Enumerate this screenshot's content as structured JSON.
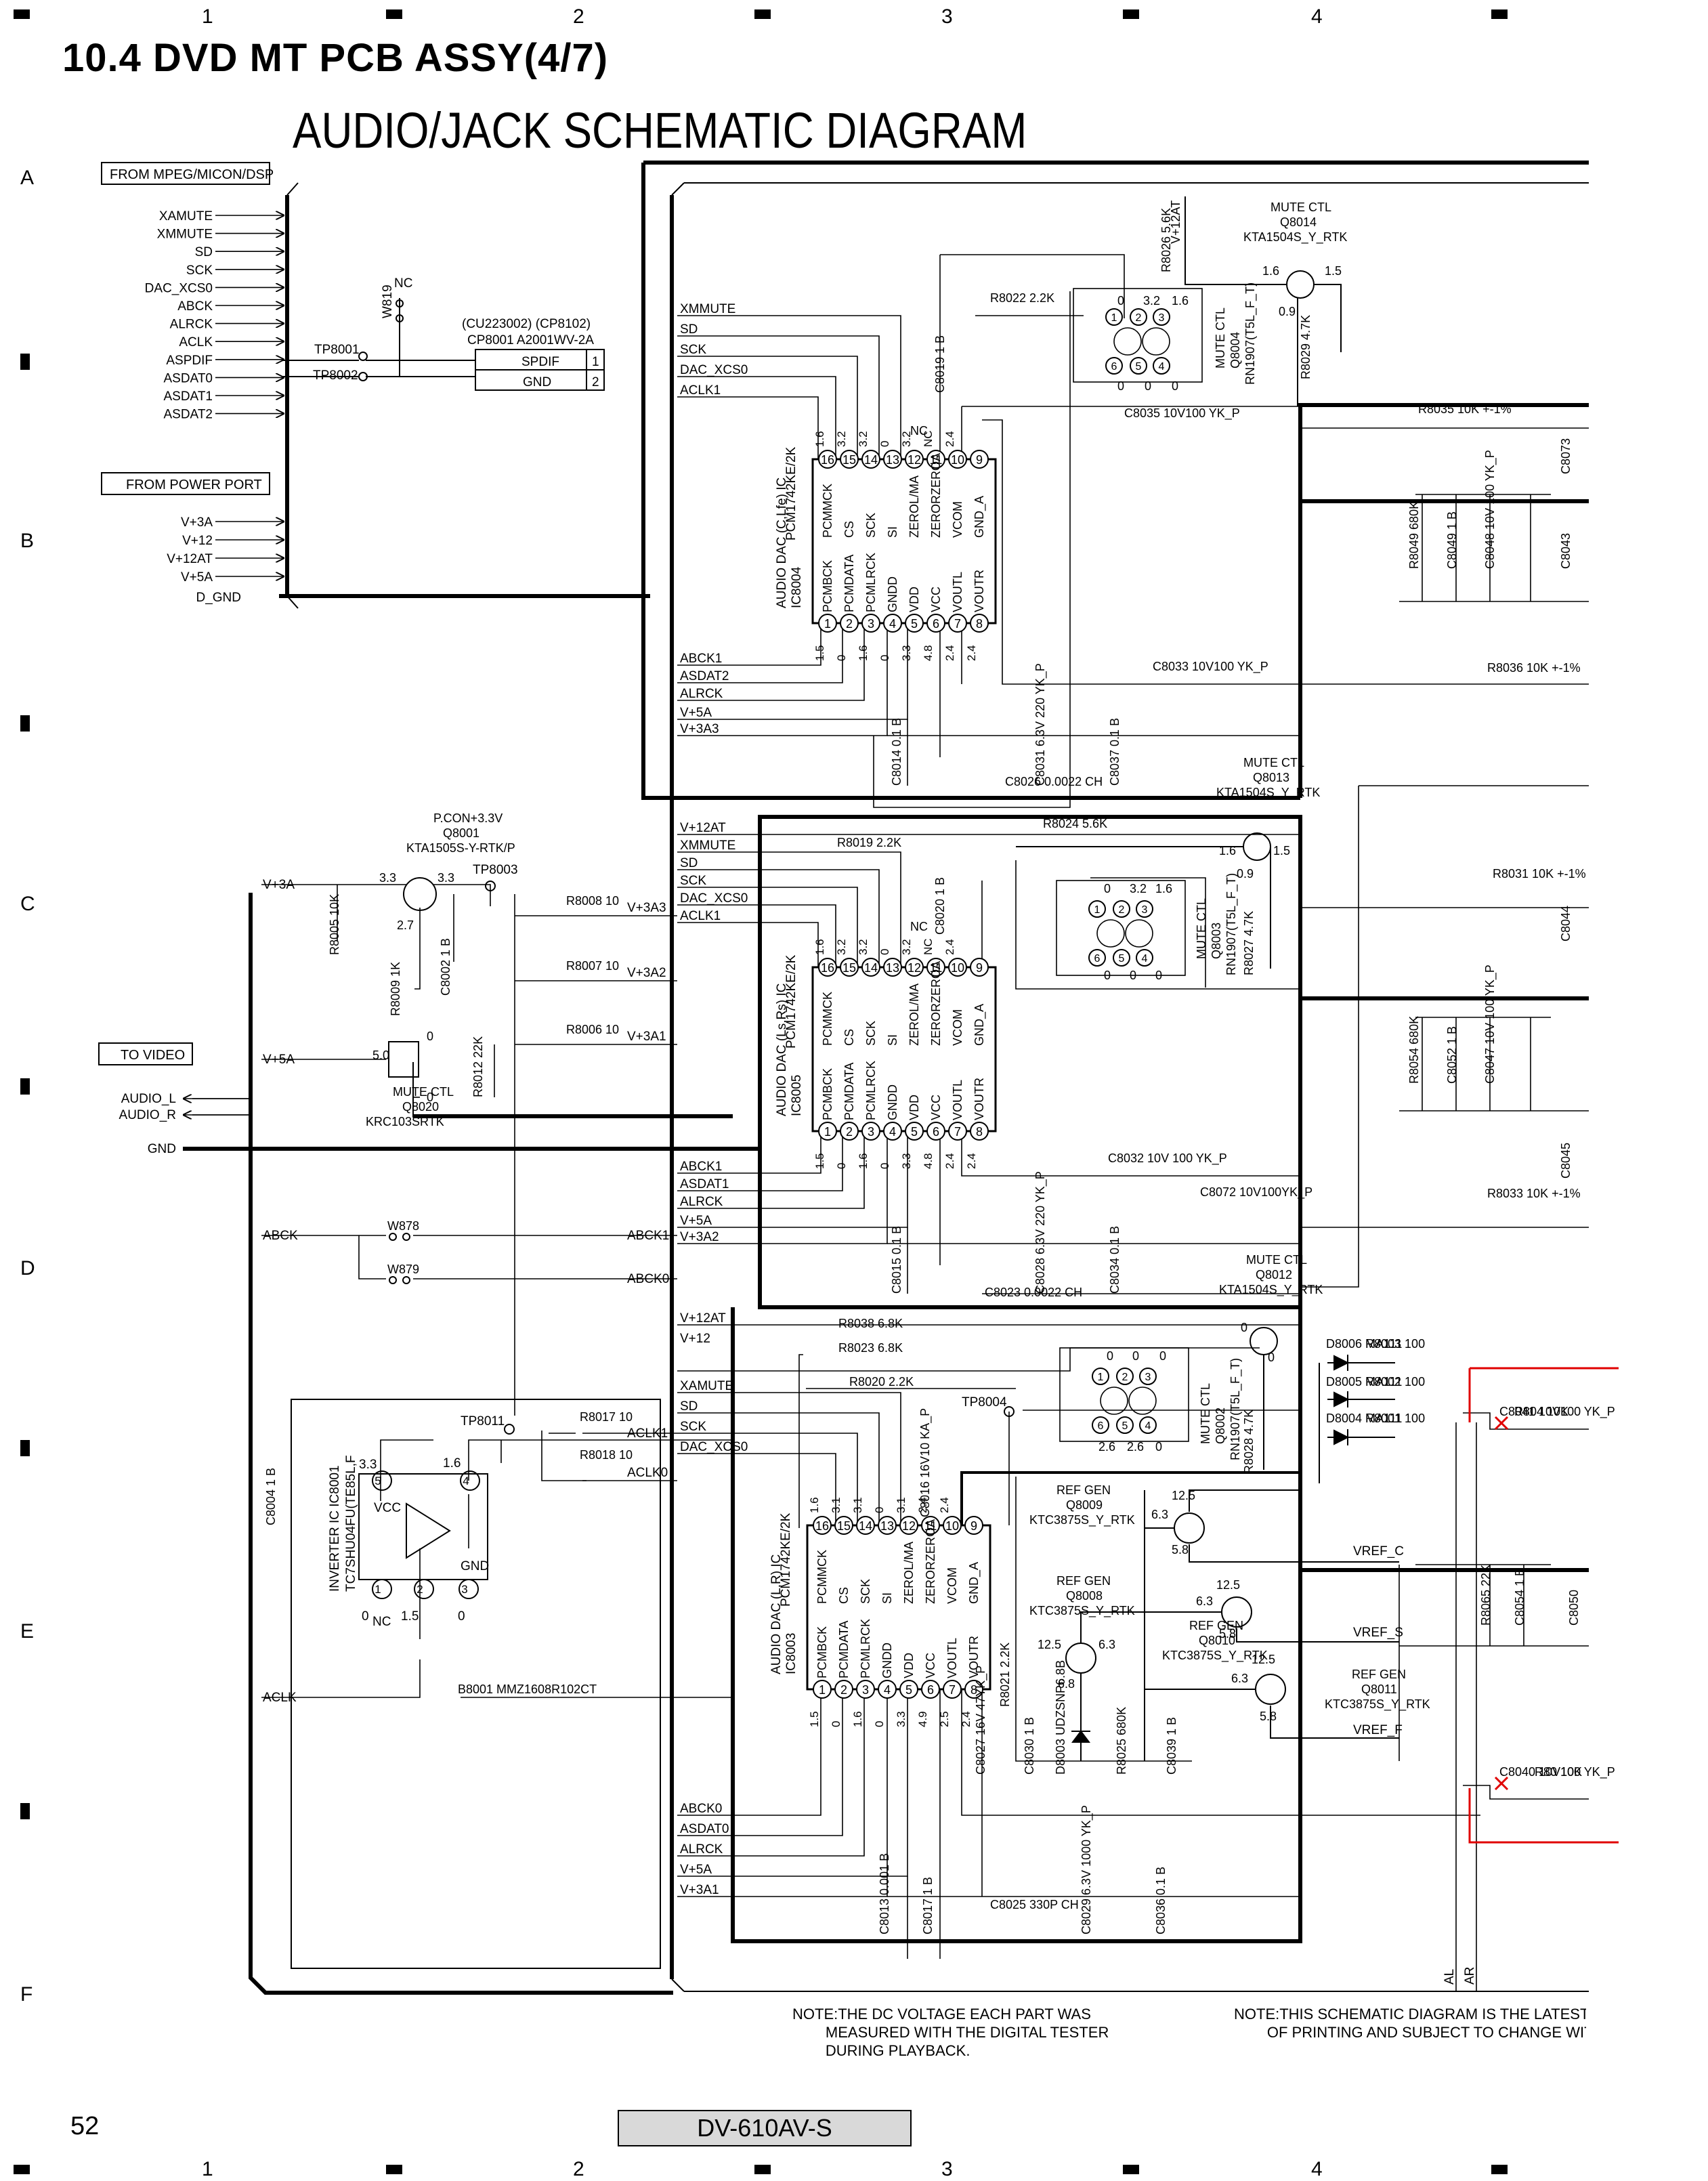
{
  "heading": "10.4  DVD MT PCB ASSY(4/7)",
  "title": "AUDIO/JACK SCHEMATIC DIAGRAM",
  "grid": {
    "columns": [
      "1",
      "2",
      "3",
      "4"
    ],
    "rows": [
      "A",
      "B",
      "C",
      "D",
      "E",
      "F"
    ]
  },
  "left_boxes": {
    "mpeg": "FROM MPEG/MICON/DSP",
    "power": "FROM POWER PORT",
    "video": "TO VIDEO"
  },
  "mpeg_signals": [
    "XAMUTE",
    "XMMUTE",
    "SD",
    "SCK",
    "DAC_XCS0",
    "ABCK",
    "ALRCK",
    "ACLK",
    "ASPDIF",
    "ASDAT0",
    "ASDAT1",
    "ASDAT2"
  ],
  "power_signals": [
    "V+3A",
    "V+12",
    "V+12AT",
    "V+5A"
  ],
  "d_gnd": "D_GND",
  "video_signals": [
    "AUDIO_L",
    "AUDIO_R"
  ],
  "gnd": "GND",
  "connector": {
    "ref1": "(CU223002) (CP8102)",
    "ref2": "CP8001 A2001WV-2A",
    "pins": [
      {
        "name": "SPDIF",
        "num": "1"
      },
      {
        "name": "GND",
        "num": "2"
      }
    ],
    "tp1": "TP8001",
    "tp2": "TP8002",
    "w819": "W819",
    "nc": "NC"
  },
  "ics": [
    {
      "label1": "AUDIO DAC (C,Lfe) IC",
      "label2": "IC8004",
      "part": "PCM1742KE/2K",
      "top_pins": [
        "16",
        "15",
        "14",
        "13",
        "12",
        "11",
        "10",
        "9"
      ],
      "top_names": [
        "PCMMCK",
        "CS",
        "SCK",
        "SI",
        "ZEROL/MA",
        "ZERORZEROA",
        "VCOM",
        "GND_A"
      ],
      "top_volts": [
        "1.6",
        "3.2",
        "3.2",
        "0",
        "3.2",
        "NC",
        "2.4",
        ""
      ],
      "bottom_pins": [
        "1",
        "2",
        "3",
        "4",
        "5",
        "6",
        "7",
        "8"
      ],
      "bottom_names": [
        "PCMBCK",
        "PCMDATA",
        "PCMLRCK",
        "GNDD",
        "VDD",
        "VCC",
        "VOUTL",
        "VOUTR"
      ],
      "bottom_volts": [
        "1.5",
        "0",
        "1.6",
        "0",
        "3.3",
        "4.8",
        "2.4",
        "2.4"
      ],
      "inputs_top": [
        "XMMUTE",
        "SD",
        "SCK",
        "DAC_XCS0",
        "ACLK1"
      ],
      "inputs_bottom": [
        "ABCK1",
        "ASDAT2",
        "ALRCK",
        "V+5A",
        "V+3A3"
      ]
    },
    {
      "label1": "AUDIO DAC (Ls,Rs) IC",
      "label2": "IC8005",
      "part": "PCM1742KE/2K",
      "top_pins": [
        "16",
        "15",
        "14",
        "13",
        "12",
        "11",
        "10",
        "9"
      ],
      "top_names": [
        "PCMMCK",
        "CS",
        "SCK",
        "SI",
        "ZEROL/MA",
        "ZERORZEROA",
        "VCOM",
        "GND_A"
      ],
      "top_volts": [
        "1.6",
        "3.2",
        "3.2",
        "0",
        "3.2",
        "NC",
        "2.4",
        ""
      ],
      "bottom_pins": [
        "1",
        "2",
        "3",
        "4",
        "5",
        "6",
        "7",
        "8"
      ],
      "bottom_names": [
        "PCMBCK",
        "PCMDATA",
        "PCMLRCK",
        "GNDD",
        "VDD",
        "VCC",
        "VOUTL",
        "VOUTR"
      ],
      "bottom_volts": [
        "1.5",
        "0",
        "1.6",
        "0",
        "3.3",
        "4.8",
        "2.4",
        "2.4"
      ],
      "inputs_top": [
        "V+12AT",
        "XMMUTE",
        "SD",
        "SCK",
        "DAC_XCS0",
        "ACLK1"
      ],
      "inputs_bottom": [
        "ABCK1",
        "ASDAT1",
        "ALRCK",
        "V+5A",
        "V+3A2"
      ]
    },
    {
      "label1": "AUDIO DAC (L,R) IC",
      "label2": "IC8003",
      "part": "PCM1742KE/2K",
      "top_pins": [
        "16",
        "15",
        "14",
        "13",
        "12",
        "11",
        "10",
        "9"
      ],
      "top_names": [
        "PCMMCK",
        "CS",
        "SCK",
        "SI",
        "ZEROL/MA",
        "ZERORZEROA",
        "VCOM",
        "GND_A"
      ],
      "top_volts": [
        "1.6",
        "3.1",
        "3.1",
        "0",
        "3.1",
        "2.4",
        "2.4",
        ""
      ],
      "bottom_pins": [
        "1",
        "2",
        "3",
        "4",
        "5",
        "6",
        "7",
        "8"
      ],
      "bottom_names": [
        "PCMBCK",
        "PCMDATA",
        "PCMLRCK",
        "GNDD",
        "VDD",
        "VCC",
        "VOUTL",
        "VOUTR"
      ],
      "bottom_volts": [
        "1.5",
        "0",
        "1.6",
        "0",
        "3.3",
        "4.9",
        "2.5",
        "2.4"
      ],
      "inputs_top": [
        "V+12AT",
        "V+12",
        "XAMUTE",
        "SD",
        "SCK",
        "DAC_XCS0"
      ],
      "inputs_bottom": [
        "ABCK0",
        "ASDAT0",
        "ALRCK",
        "V+5A",
        "V+3A1"
      ]
    }
  ],
  "components": [
    {
      "ref": "R8026",
      "val": "5.6K"
    },
    {
      "ref": "V+12AT",
      "val": ""
    },
    {
      "ref": "R8022",
      "val": "2.2K"
    },
    {
      "ref": "C8019",
      "val": "1 B"
    },
    {
      "ref": "C8035",
      "val": "10V100 YK_P"
    },
    {
      "ref": "R8035",
      "val": "10K  +-1%"
    },
    {
      "ref": "C8073",
      "val": ""
    },
    {
      "ref": "R8029",
      "val": "4.7K"
    },
    {
      "ref": "R8049",
      "val": "680K"
    },
    {
      "ref": "C8049",
      "val": "1 B"
    },
    {
      "ref": "C8048",
      "val": "10V 100 YK_P"
    },
    {
      "ref": "C8043",
      "val": ""
    },
    {
      "ref": "C8033",
      "val": "10V100 YK_P"
    },
    {
      "ref": "R8036",
      "val": "10K  +-1%"
    },
    {
      "ref": "C8014",
      "val": "0.1 B"
    },
    {
      "ref": "C8031",
      "val": "6.3V 220 YK_P"
    },
    {
      "ref": "C8037",
      "val": "0.1 B"
    },
    {
      "ref": "C8026",
      "val": "0.0022  CH"
    },
    {
      "ref": "R8024",
      "val": "5.6K"
    },
    {
      "ref": "R8019",
      "val": "2.2K"
    },
    {
      "ref": "C8020",
      "val": "1 B"
    },
    {
      "ref": "R8031",
      "val": "10K  +-1%"
    },
    {
      "ref": "C8044",
      "val": ""
    },
    {
      "ref": "R8027",
      "val": "4.7K"
    },
    {
      "ref": "R8054",
      "val": "680K"
    },
    {
      "ref": "C8052",
      "val": "1 B"
    },
    {
      "ref": "C8047",
      "val": "10V 100 YK_P"
    },
    {
      "ref": "R8005",
      "val": "10K"
    },
    {
      "ref": "R8009",
      "val": "1K"
    },
    {
      "ref": "C8002",
      "val": "1 B"
    },
    {
      "ref": "R8008",
      "val": "10"
    },
    {
      "ref": "R8007",
      "val": "10"
    },
    {
      "ref": "R8006",
      "val": "10"
    },
    {
      "ref": "R8012",
      "val": "22K"
    },
    {
      "ref": "C8032",
      "val": "10V 100 YK_P"
    },
    {
      "ref": "C8072",
      "val": "10V100YK_P"
    },
    {
      "ref": "R8033",
      "val": "10K  +-1%"
    },
    {
      "ref": "C8045",
      "val": ""
    },
    {
      "ref": "C8015",
      "val": "0.1 B"
    },
    {
      "ref": "C8028",
      "val": "6.3V 220 YK_P"
    },
    {
      "ref": "C8034",
      "val": "0.1 B"
    },
    {
      "ref": "C8023",
      "val": "0.0022  CH"
    },
    {
      "ref": "R8038",
      "val": "6.8K"
    },
    {
      "ref": "R8023",
      "val": "6.8K"
    },
    {
      "ref": "R8020",
      "val": "2.2K"
    },
    {
      "ref": "R8017",
      "val": "10"
    },
    {
      "ref": "R8018",
      "val": "10"
    },
    {
      "ref": "C8004",
      "val": "1 B"
    },
    {
      "ref": "C8016",
      "val": "16V10 KA_P"
    },
    {
      "ref": "R8028",
      "val": "4.7K"
    },
    {
      "ref": "D8006",
      "val": "MA111"
    },
    {
      "ref": "R8003",
      "val": "100"
    },
    {
      "ref": "D8005",
      "val": "MA111"
    },
    {
      "ref": "R8002",
      "val": "100"
    },
    {
      "ref": "D8004",
      "val": "MA111"
    },
    {
      "ref": "R8001",
      "val": "100"
    },
    {
      "ref": "C8041",
      "val": "10V100 YK_P"
    },
    {
      "ref": "R804",
      "val": "10K"
    },
    {
      "ref": "R8065",
      "val": "22K"
    },
    {
      "ref": "C8054",
      "val": "1 B"
    },
    {
      "ref": "C8050",
      "val": ""
    },
    {
      "ref": "R8021",
      "val": "2.2K"
    },
    {
      "ref": "C8027",
      "val": "16V 47YK_P"
    },
    {
      "ref": "C8030",
      "val": "1 B"
    },
    {
      "ref": "D8003",
      "val": "UDZSNP6.8B"
    },
    {
      "ref": "R8025",
      "val": "680K"
    },
    {
      "ref": "C8039",
      "val": "1 B"
    },
    {
      "ref": "C8040",
      "val": "10V100 YK_P"
    },
    {
      "ref": "R80",
      "val": "10K"
    },
    {
      "ref": "C8013",
      "val": "0.001 B"
    },
    {
      "ref": "C8017",
      "val": "1 B"
    },
    {
      "ref": "C8029",
      "val": "6.3V 1000 YK_P"
    },
    {
      "ref": "C8036",
      "val": "0.1 B"
    },
    {
      "ref": "C8025",
      "val": "330P  CH"
    },
    {
      "ref": "B8001",
      "val": "MMZ1608R102CT"
    },
    {
      "ref": "W878",
      "val": ""
    },
    {
      "ref": "W879",
      "val": ""
    }
  ],
  "transistors": [
    {
      "name": "MUTE CTL",
      "ref": "Q8014",
      "part": "KTA1504S_Y_RTK",
      "v": [
        "1.6",
        "1.5",
        "0.9"
      ]
    },
    {
      "name": "MUTE CTL",
      "ref": "Q8004",
      "part": "RN1907(T5L_F_T)",
      "v": [
        "0",
        "3.2",
        "1.6",
        "0",
        "0",
        "0"
      ]
    },
    {
      "name": "MUTE CTL",
      "ref": "Q8013",
      "part": "KTA1504S_Y_RTK",
      "v": [
        "1.6",
        "1.5",
        "0.9"
      ]
    },
    {
      "name": "MUTE CTL",
      "ref": "Q8003",
      "part": "RN1907(T5L_F_T)",
      "v": [
        "0",
        "3.2",
        "1.6",
        "0",
        "0",
        "0"
      ]
    },
    {
      "name": "MUTE CTL",
      "ref": "Q8012",
      "part": "KTA1504S_Y_RTK",
      "v": [
        "0",
        "0"
      ]
    },
    {
      "name": "MUTE CTL",
      "ref": "Q8002",
      "part": "RN1907(T5L_F_T)",
      "v": [
        "0",
        "0",
        "0",
        "2.6",
        "2.6",
        "0"
      ]
    },
    {
      "name": "P.CON+3.3V",
      "ref": "Q8001",
      "part": "KTA1505S-Y-RTK/P",
      "v": [
        "3.3",
        "3.3",
        "2.7"
      ]
    },
    {
      "name": "MUTE CTL",
      "ref": "Q8020",
      "part": "KRC103SRTK",
      "v": [
        "5.0",
        "0",
        "0"
      ]
    },
    {
      "name": "REF GEN",
      "ref": "Q8009",
      "part": "KTC3875S_Y_RTK",
      "v": [
        "12.5",
        "6.3",
        "5.8"
      ]
    },
    {
      "name": "REF GEN",
      "ref": "Q8008",
      "part": "KTC3875S_Y_RTK",
      "v": [
        "12.5",
        "6.3",
        "5.8"
      ]
    },
    {
      "name": "REF GEN",
      "ref": "Q8010",
      "part": "KTC3875S_Y_RTK",
      "v": [
        "12.5",
        "6.3",
        "6.8"
      ]
    },
    {
      "name": "REF GEN",
      "ref": "Q8011",
      "part": "KTC3875S_Y_RTK",
      "v": [
        "12.5",
        "6.3",
        "5.8"
      ]
    }
  ],
  "inverter": {
    "label1": "INVERTER IC  IC8001",
    "label2": "TC7SHU04FU(TE85L,F",
    "vcc": "VCC",
    "gnd": "GND",
    "nc": "NC",
    "pins": [
      "5",
      "4",
      "1",
      "2",
      "3"
    ],
    "volts": [
      "3.3",
      "1.6",
      "0",
      "1.5",
      "0"
    ]
  },
  "nets": {
    "v3a": "V+3A",
    "v5a": "V+5A",
    "abck": "ABCK",
    "aclk": "ACLK",
    "abck1": "ABCK1",
    "abck0": "ABCK0",
    "aclk1": "ACLK1",
    "aclk0": "ACLK0",
    "v3a3": "V+3A3",
    "v3a2": "V+3A2",
    "v3a1": "V+3A1",
    "vref_c": "VREF_C",
    "vref_s": "VREF_S",
    "vref_f": "VREF_F",
    "al": "AL",
    "ar": "AR",
    "tp8003": "TP8003",
    "tp8011": "TP8011",
    "tp8004": "TP8004",
    "nc": "NC"
  },
  "notes": {
    "left": "NOTE:THE DC VOLTAGE EACH PART WAS\n        MEASURED WITH THE DIGITAL TESTER\n        DURING PLAYBACK.",
    "right": "NOTE:THIS SCHEMATIC DIAGRAM IS THE LATEST A\n        OF PRINTING AND SUBJECT TO CHANGE WIT"
  },
  "footer": {
    "page": "52",
    "model": "DV-610AV-S"
  },
  "colors": {
    "ink": "#000000",
    "marker_red": "#e00000",
    "footer_box": "#d9d9d9"
  }
}
